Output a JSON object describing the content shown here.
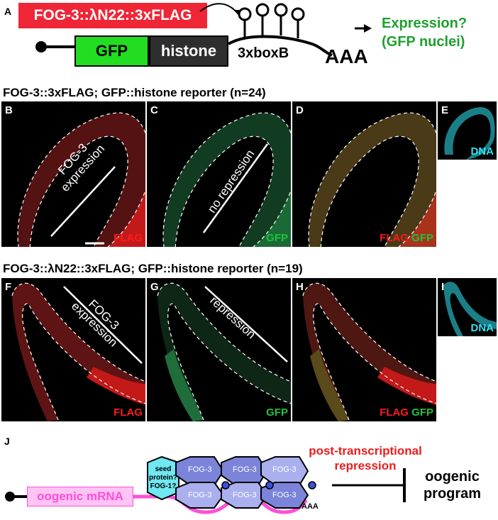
{
  "panelA": {
    "label": "A",
    "construct": "FOG-3::λN22::3xFLAG",
    "gfp": "GFP",
    "histone": "histone",
    "boxb": "3xboxB",
    "polya": "AAA",
    "expression_q": "Expression?",
    "gfp_nuclei": "(GFP nuclei)"
  },
  "row1": {
    "title": "FOG-3::3xFLAG; GFP::histone reporter (n=24)",
    "panels": [
      {
        "letter": "B",
        "annot": "FOG-3 expression",
        "bottom_left": "",
        "bottom_right": "FLAG"
      },
      {
        "letter": "C",
        "annot": "no repression",
        "bottom_right": "GFP"
      },
      {
        "letter": "D",
        "flag": "FLAG",
        "gfp": "GFP"
      },
      {
        "letter": "E",
        "dna": "DNA"
      }
    ]
  },
  "row2": {
    "title": "FOG-3::λN22::3xFLAG; GFP::histone reporter (n=19)",
    "panels": [
      {
        "letter": "F",
        "annot": "FOG-3 expression",
        "bottom_right": "FLAG"
      },
      {
        "letter": "G",
        "annot": "repression",
        "bottom_right": "GFP"
      },
      {
        "letter": "H",
        "flag": "FLAG",
        "gfp": "GFP"
      },
      {
        "letter": "I",
        "dna": "DNA"
      }
    ]
  },
  "panelJ": {
    "label": "J",
    "mrna": "oogenic mRNA",
    "seed_line1": "seed",
    "seed_line2": "protein?",
    "seed_line3": "FOG-1?",
    "fog3": "FOG-3",
    "polya": "AAA",
    "ptr_line1": "post-transcriptional",
    "ptr_line2": "repression",
    "prog_line1": "oogenic",
    "prog_line2": "program"
  },
  "colors": {
    "red_label": "#ff1a1a",
    "green_label": "#21c240",
    "cyan_label": "#2fe4f0",
    "construct_bg": "#ee2636",
    "gfp_box": "#22dd22",
    "histone_box": "#2e2e2e",
    "mrna_box": "#ffc3f4",
    "mrna_text": "#ff4fd6",
    "hex_fill": "#6fe8f2",
    "fog3_fill": "#7b84d8",
    "fog3_light": "#aab0ee",
    "ptr_text": "#ee1c1c"
  }
}
